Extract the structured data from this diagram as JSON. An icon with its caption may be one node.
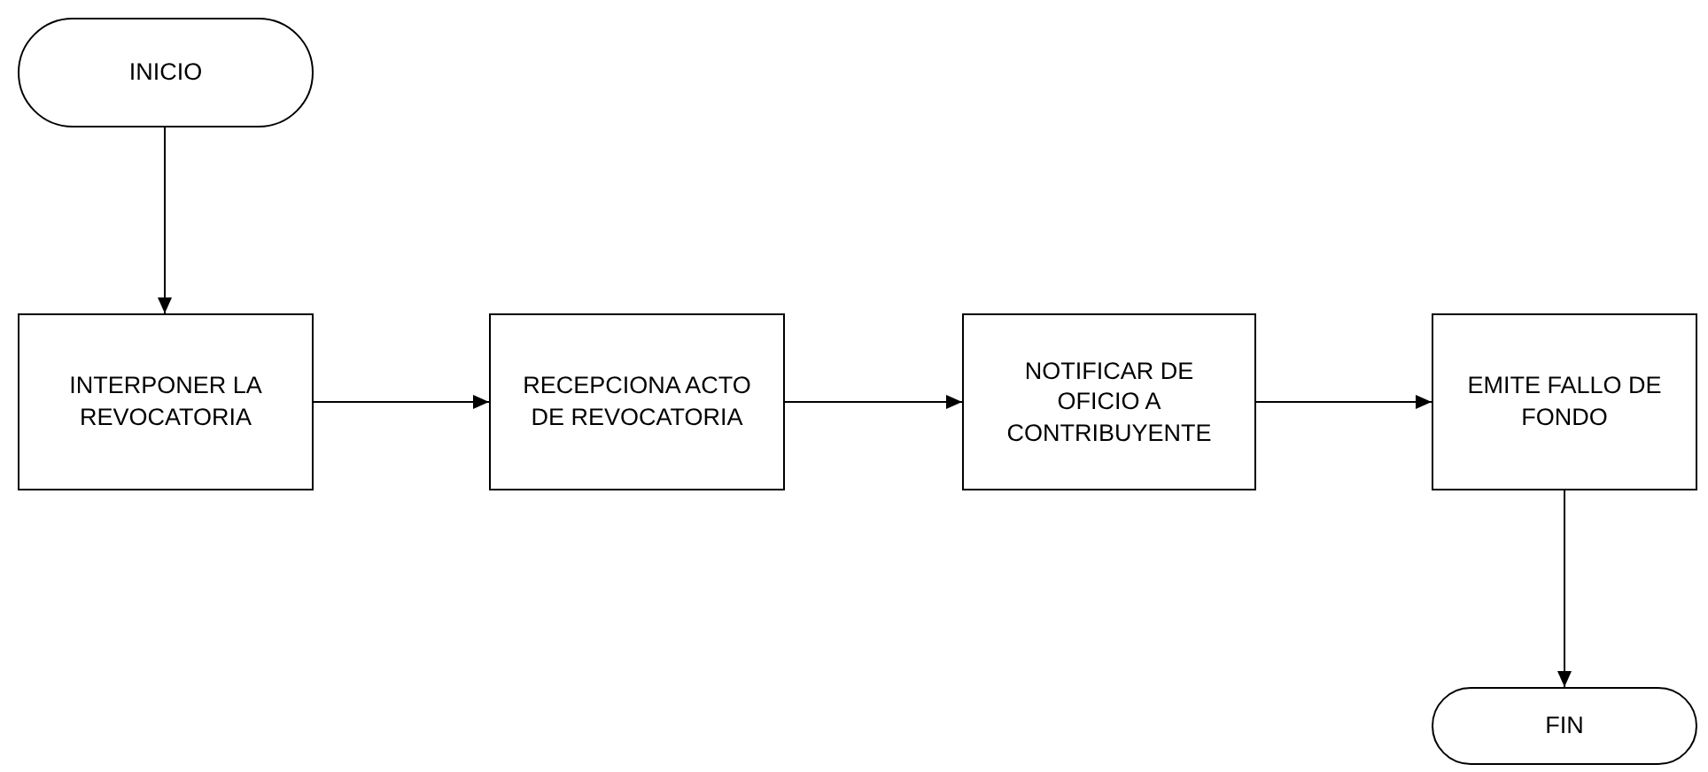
{
  "diagram": {
    "nodes": [
      {
        "text": [
          "INICIO"
        ]
      },
      {
        "text": [
          "INTERPONER LA REVOCATORIA"
        ]
      },
      {
        "text": [
          "RECEPCIONA ACTO DE REVOCATORIA"
        ]
      },
      {
        "text": [
          "NOTIFICAR DE OFICIO A CONTRIBUYENTE"
        ]
      },
      {
        "text": [
          "EMITE FALLO DE FONDO"
        ]
      },
      {
        "text": [
          "FIN"
        ]
      }
    ],
    "edges": [
      {
        "from": 0,
        "to": 1,
        "arrow": "to"
      },
      {
        "from": 1,
        "to": 2,
        "arrow": "to"
      },
      {
        "from": 2,
        "to": 3,
        "arrow": "to"
      },
      {
        "from": 3,
        "to": 4,
        "arrow": "to"
      },
      {
        "from": 4,
        "to": 5,
        "arrow": "to"
      }
    ]
  }
}
